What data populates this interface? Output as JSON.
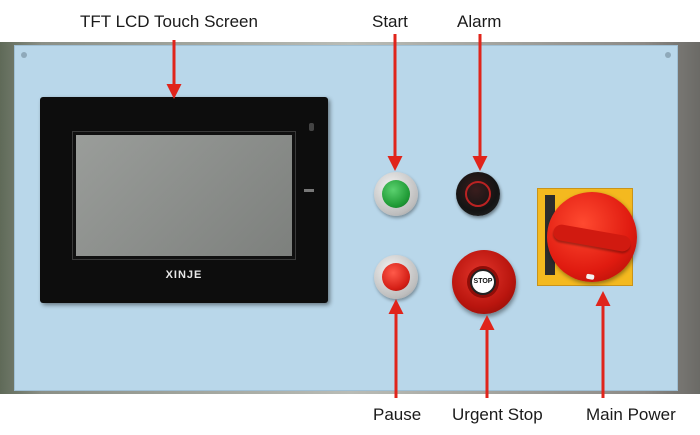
{
  "labels": {
    "screen": "TFT LCD Touch Screen",
    "start": "Start",
    "alarm": "Alarm",
    "pause": "Pause",
    "urgent_stop": "Urgent Stop",
    "main_power": "Main Power"
  },
  "hmi": {
    "brand": "XINJE"
  },
  "estop": {
    "badge": "STOP"
  },
  "colors": {
    "panel": "#b9d7ea",
    "arrow": "#e0241b",
    "start_button": "#1f9a35",
    "pause_button": "#d41f16",
    "switch_plate": "#f4b91f",
    "switch_knob": "#e01b10"
  }
}
